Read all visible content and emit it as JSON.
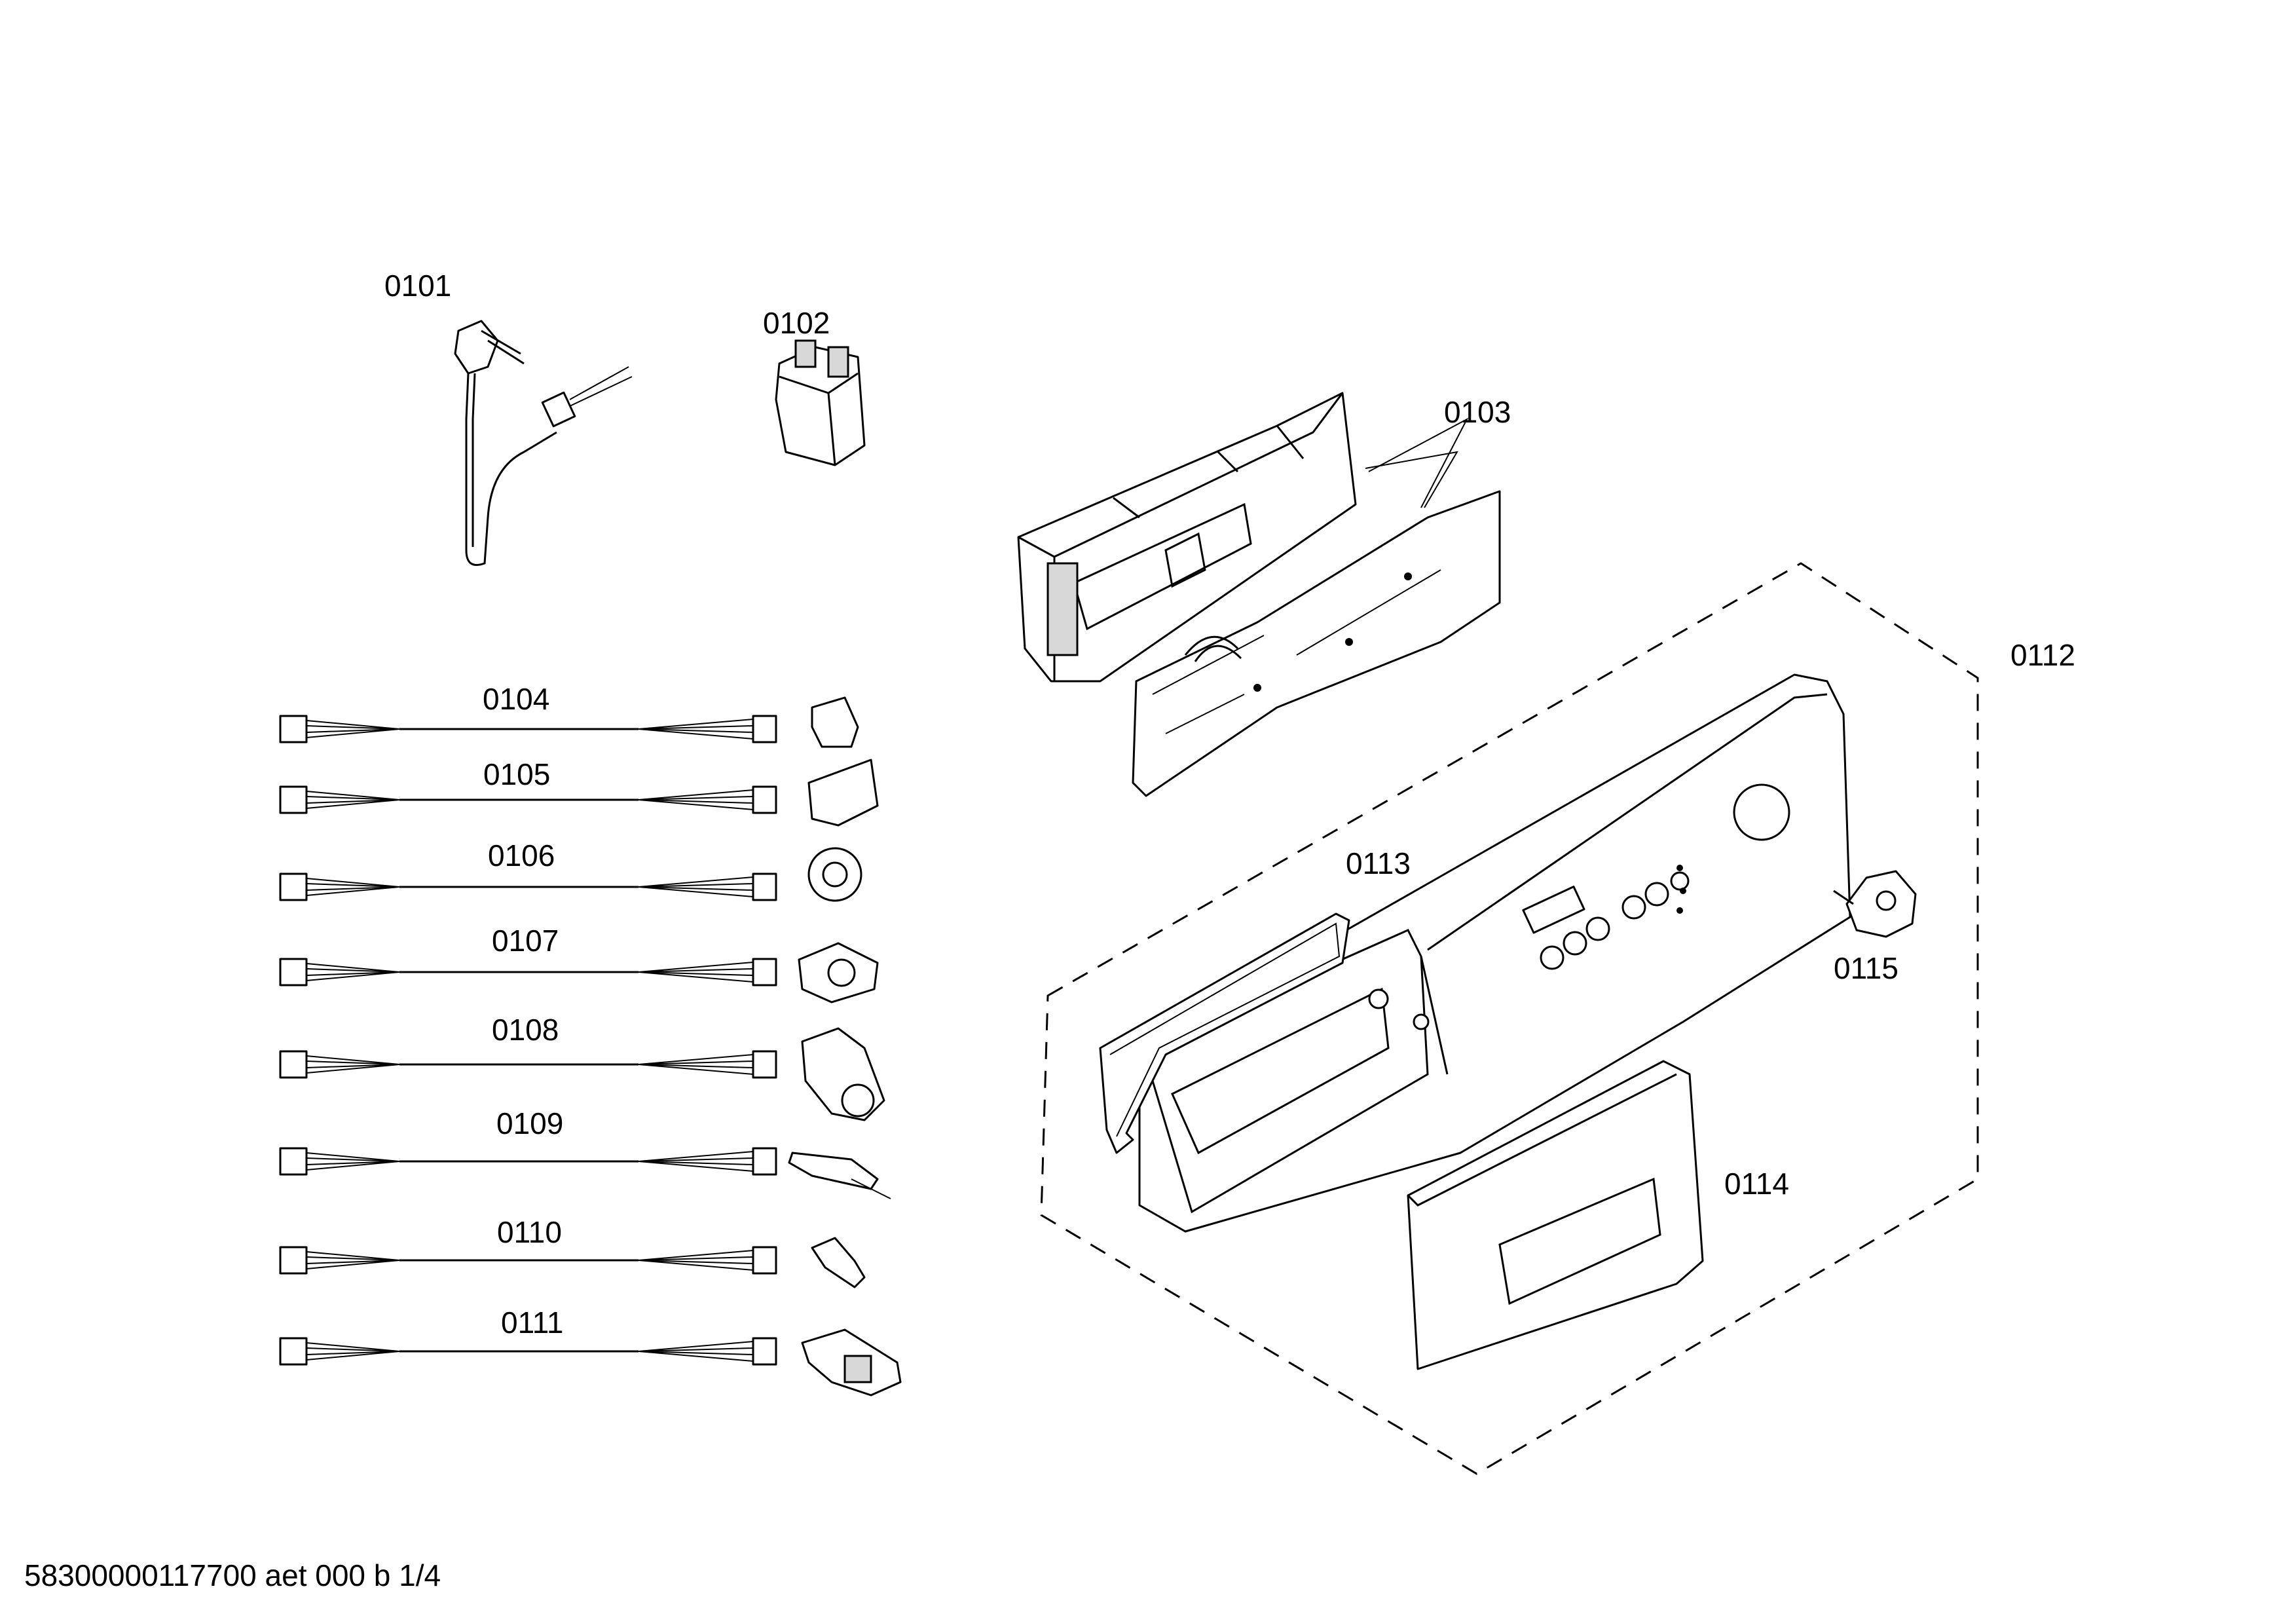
{
  "labels": {
    "p0101": "0101",
    "p0102": "0102",
    "p0103": "0103",
    "p0104": "0104",
    "p0105": "0105",
    "p0106": "0106",
    "p0107": "0107",
    "p0108": "0108",
    "p0109": "0109",
    "p0110": "0110",
    "p0111": "0111",
    "p0112": "0112",
    "p0113": "0113",
    "p0114": "0114",
    "p0115": "0115"
  },
  "footer": "58300000117700 aet 000 b 1/4"
}
